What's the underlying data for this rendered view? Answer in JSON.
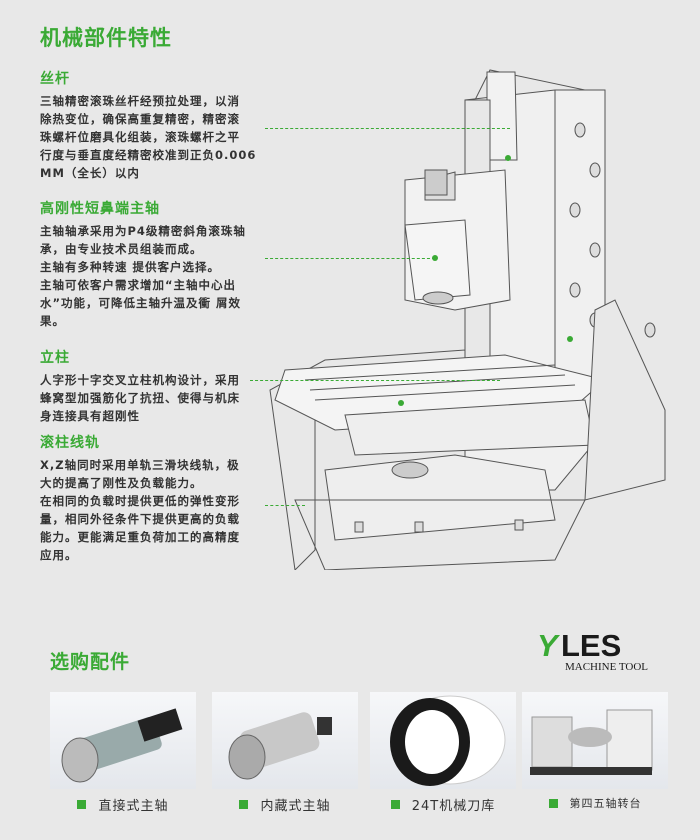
{
  "title": "机械部件特性",
  "sections": [
    {
      "heading": "丝杆",
      "lines": [
        "三轴精密滚珠丝杆经预拉处理，以消",
        "除热变位，确保高重复精密，精密滚",
        "珠螺杆位磨具化组装，滚珠螺杆之平",
        "行度与垂直度经精密校准到正负0.006",
        "MM（全长）以内"
      ]
    },
    {
      "heading": "高刚性短鼻端主轴",
      "lines": [
        "主轴轴承采用为P4级精密斜角滚珠轴",
        "承，由专业技术员组装而成。",
        "主轴有多种转速 提供客户选择。",
        "主轴可依客户需求增加“主轴中心出",
        "水”功能，可降低主轴升温及衝 屑效",
        "果。"
      ]
    },
    {
      "heading": "立柱",
      "lines": [
        "人字形十字交叉立柱机构设计，采用",
        "蜂窝型加强筋化了抗扭、使得与机床",
        "身连接具有超刚性"
      ]
    },
    {
      "heading": "滚柱线轨",
      "lines": [
        "X,Z轴同时采用单轨三滑块线轨，极",
        "大的提高了刚性及负载能力。",
        "在相同的负载时提供更低的弹性变形",
        "量，相同外径条件下提供更高的负载",
        "能力。更能满足重负荷加工的高精度",
        "应用。"
      ]
    }
  ],
  "accessories_title": "选购配件",
  "logo": {
    "brand": "YLES",
    "sub": "MACHINE TOOL"
  },
  "accessories": [
    {
      "label": "直接式主轴",
      "icon": "direct-spindle-image"
    },
    {
      "label": "内藏式主轴",
      "icon": "built-in-spindle-image"
    },
    {
      "label": "24T机械刀库",
      "icon": "tool-magazine-image"
    },
    {
      "label": "第四五轴转台",
      "icon": "rotary-table-image"
    }
  ],
  "colors": {
    "accent": "#3aaa35",
    "background": "#e8e8e8"
  }
}
